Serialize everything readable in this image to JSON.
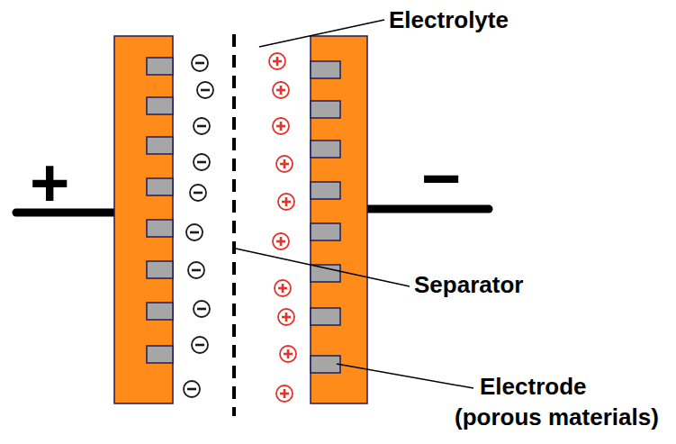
{
  "diagram": {
    "labels": [
      "Electrolyte",
      "+",
      "−",
      "Separator",
      "Electrode (porous materials)"
    ]
  }
}
